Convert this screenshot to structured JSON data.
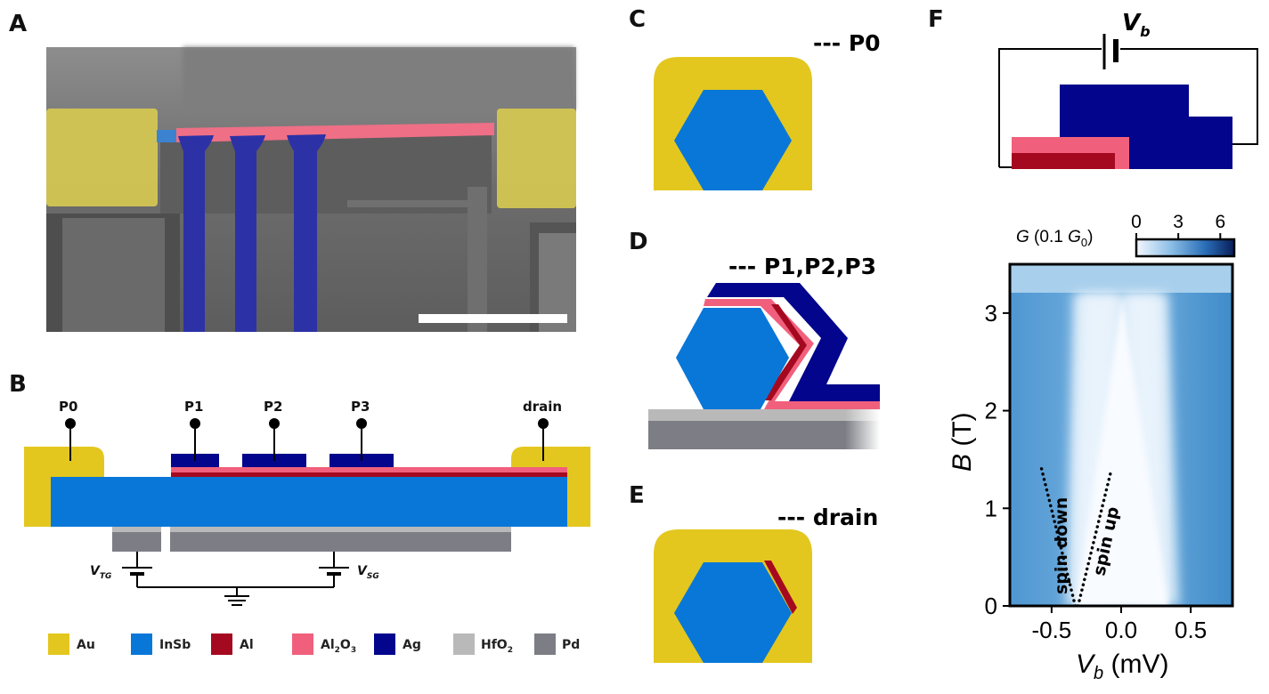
{
  "panels": {
    "A": "A",
    "B": "B",
    "C": "C",
    "D": "D",
    "E": "E",
    "F": "F"
  },
  "colors": {
    "Au": "#e3c71f",
    "InSb": "#0877d8",
    "Al": "#a5091f",
    "Al2O3": "#f0607c",
    "Ag": "#03058c",
    "HfO2": "#b9b9b9",
    "Pd": "#7d7e85"
  },
  "schematic": {
    "terminals": [
      "P0",
      "P1",
      "P2",
      "P3",
      "drain"
    ],
    "gate_tg": "V",
    "gate_tg_sub": "TG",
    "gate_sg": "V",
    "gate_sg_sub": "SG"
  },
  "legend": [
    {
      "label": "Au",
      "sub": "",
      "label2": "",
      "sub2": "",
      "color": "#e3c71f"
    },
    {
      "label": "InSb",
      "sub": "",
      "label2": "",
      "sub2": "",
      "color": "#0877d8"
    },
    {
      "label": "Al",
      "sub": "",
      "label2": "",
      "sub2": "",
      "color": "#a5091f"
    },
    {
      "label": "Al",
      "sub": "2",
      "label2": "O",
      "sub2": "3",
      "color": "#f0607c"
    },
    {
      "label": "Ag",
      "sub": "",
      "label2": "",
      "sub2": "",
      "color": "#03058c"
    },
    {
      "label": "HfO",
      "sub": "2",
      "label2": "",
      "sub2": "",
      "color": "#b9b9b9"
    },
    {
      "label": "Pd",
      "sub": "",
      "label2": "",
      "sub2": "",
      "color": "#7d7e85"
    }
  ],
  "cross_sections": {
    "C": "--- P0",
    "D": "--- P1,P2,P3",
    "E": "--- drain"
  },
  "circuit": {
    "bias": "V",
    "bias_sub": "b"
  },
  "chart_data": {
    "type": "heatmap",
    "xlabel": "V_b (mV)",
    "ylabel": "B (T)",
    "xlim": [
      -0.8,
      0.8
    ],
    "ylim": [
      0,
      3.5
    ],
    "xticks": [
      "-0.5",
      "0.0",
      "0.5"
    ],
    "xtick_values": [
      -0.5,
      0.0,
      0.5
    ],
    "yticks": [
      "0",
      "1",
      "2",
      "3"
    ],
    "ytick_values": [
      0,
      1,
      2,
      3
    ],
    "colorbar": {
      "label": "G (0.1 G_0)",
      "ticks": [
        "0",
        "3",
        "6"
      ],
      "tick_values": [
        0,
        3,
        6
      ],
      "range": [
        0,
        7
      ]
    },
    "gap_edges": {
      "B": [
        0.0,
        1.0,
        2.0,
        3.0,
        3.2
      ],
      "left_mV": [
        -0.32,
        -0.36,
        -0.38,
        -0.33,
        -0.3
      ],
      "right_mV": [
        0.3,
        0.34,
        0.37,
        0.33,
        0.3
      ]
    },
    "v_shape_apex": {
      "x_mV": 0.0,
      "B": 3.15
    },
    "spin_lines": [
      {
        "label": "spin down",
        "x_mV": [
          -0.33,
          -0.58
        ],
        "B": [
          0.0,
          1.45
        ]
      },
      {
        "label": "spin up",
        "x_mV": [
          -0.31,
          -0.07
        ],
        "B": [
          0.0,
          1.4
        ]
      }
    ],
    "annotations": [
      "spin down",
      "spin up"
    ]
  }
}
